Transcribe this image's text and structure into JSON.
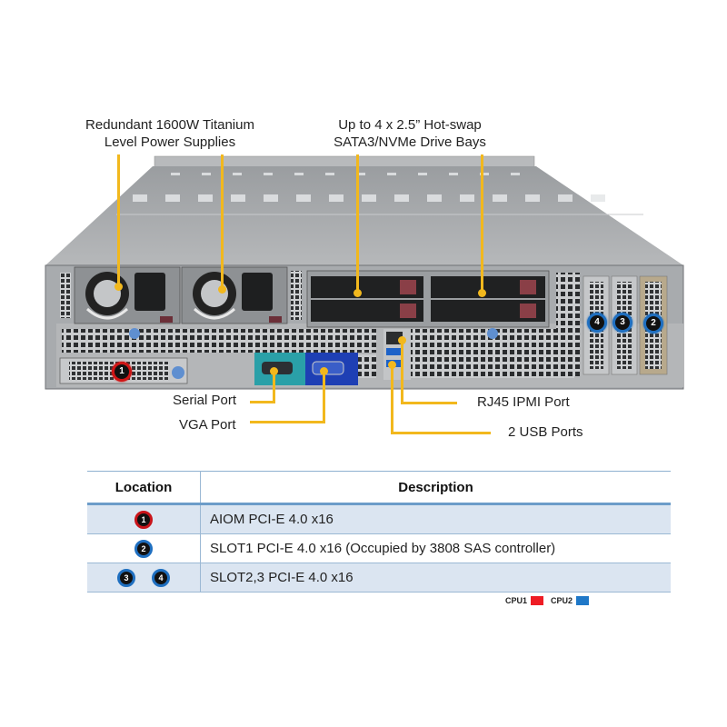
{
  "callouts": {
    "power_supplies": {
      "line1": "Redundant  1600W Titanium",
      "line2": "Level Power Supplies"
    },
    "drive_bays": {
      "line1": "Up to 4 x 2.5” Hot-swap",
      "line2": "SATA3/NVMe Drive Bays"
    },
    "serial_port": "Serial Port",
    "vga_port": "VGA Port",
    "rj45_ipmi": "RJ45 IPMI  Port",
    "usb_ports": "2 USB Ports"
  },
  "chassis_badges": [
    {
      "number": "1",
      "cpu": "CPU1"
    },
    {
      "number": "4",
      "cpu": "CPU2"
    },
    {
      "number": "3",
      "cpu": "CPU2"
    },
    {
      "number": "2",
      "cpu": "CPU2"
    }
  ],
  "table": {
    "headers": {
      "location": "Location",
      "description": "Description"
    },
    "rows": [
      {
        "badges": [
          "1"
        ],
        "badge_color": "red",
        "description": "AIOM PCI-E 4.0 x16"
      },
      {
        "badges": [
          "2"
        ],
        "badge_color": "blue",
        "description": "SLOT1 PCI-E 4.0 x16 (Occupied by 3808 SAS controller)"
      },
      {
        "badges": [
          "3",
          "4"
        ],
        "badge_color": "blue",
        "description": "SLOT2,3 PCI-E 4.0 x16"
      }
    ]
  },
  "legend": [
    {
      "label": "CPU1",
      "color": "#ee1c24"
    },
    {
      "label": "CPU2",
      "color": "#1f78c8"
    }
  ],
  "colors": {
    "callout_line": "#f2b81d",
    "cpu1": "#ee1c24",
    "cpu2": "#1f78c8",
    "table_shade": "#dbe5f1"
  }
}
